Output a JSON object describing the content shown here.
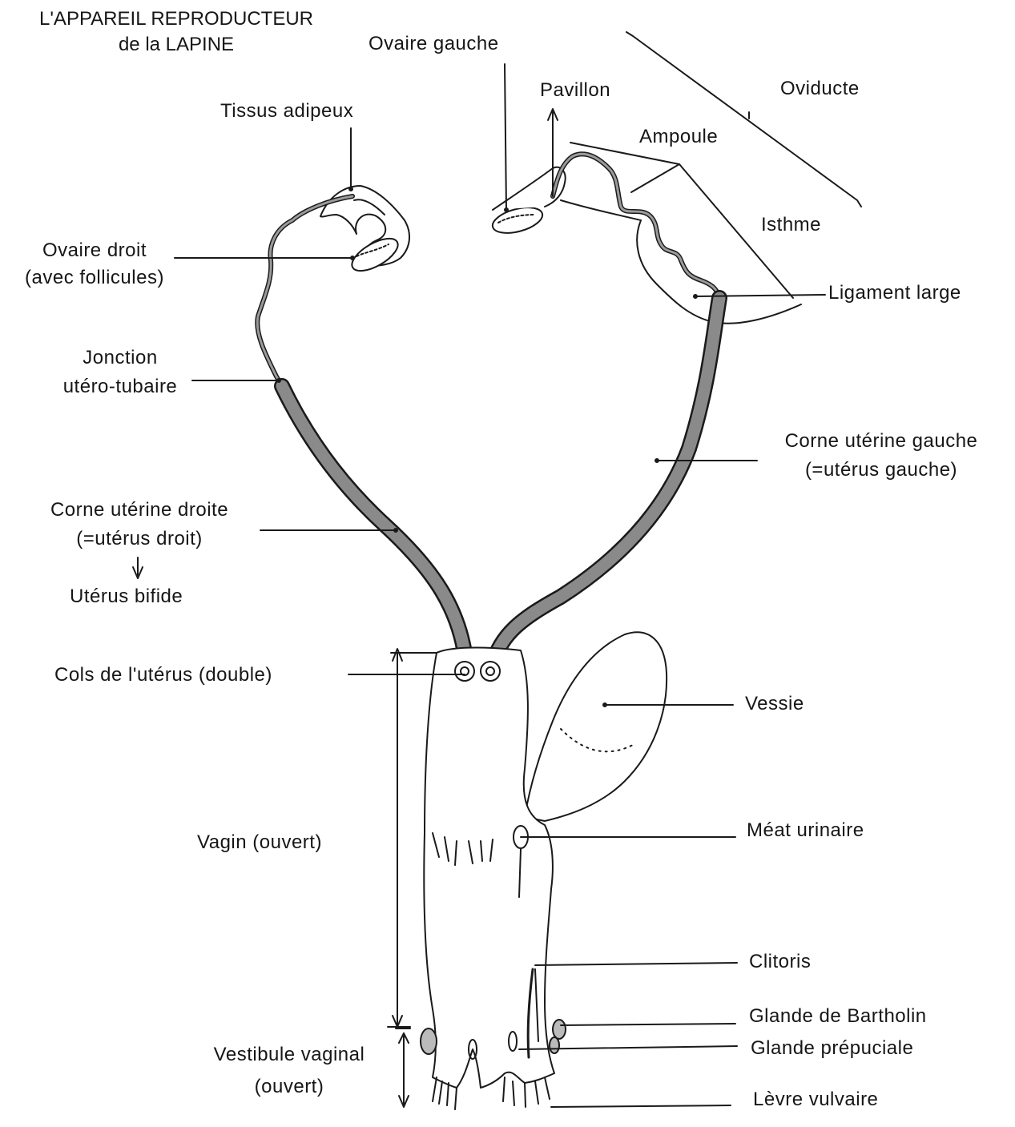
{
  "title": {
    "line1": "L'APPAREIL REPRODUCTEUR",
    "line2": "de la LAPINE"
  },
  "labels": {
    "ovaire_gauche": "Ovaire gauche",
    "pavillon": "Pavillon",
    "oviducte": "Oviducte",
    "tissus_adipeux": "Tissus adipeux",
    "ampoule": "Ampoule",
    "isthme": "Isthme",
    "ovaire_droit_1": "Ovaire droit",
    "ovaire_droit_2": "(avec follicules)",
    "ligament_large": "Ligament large",
    "jonction_1": "Jonction",
    "jonction_2": "utéro-tubaire",
    "corne_gauche_1": "Corne utérine gauche",
    "corne_gauche_2": "(=utérus gauche)",
    "corne_droite_1": "Corne utérine droite",
    "corne_droite_2": "(=utérus droit)",
    "uterus_bifide": "Utérus bifide",
    "cols": "Cols de l'utérus (double)",
    "vessie": "Vessie",
    "vagin": "Vagin (ouvert)",
    "meat": "Méat urinaire",
    "clitoris": "Clitoris",
    "bartholin": "Glande de Bartholin",
    "vestibule_1": "Vestibule vaginal",
    "vestibule_2": "(ouvert)",
    "preputiale": "Glande prépuciale",
    "levre": "Lèvre vulvaire"
  },
  "colors": {
    "ink": "#1a1a1a",
    "tube_fill": "#8a8a8a",
    "organ_fill": "#ffffff"
  }
}
